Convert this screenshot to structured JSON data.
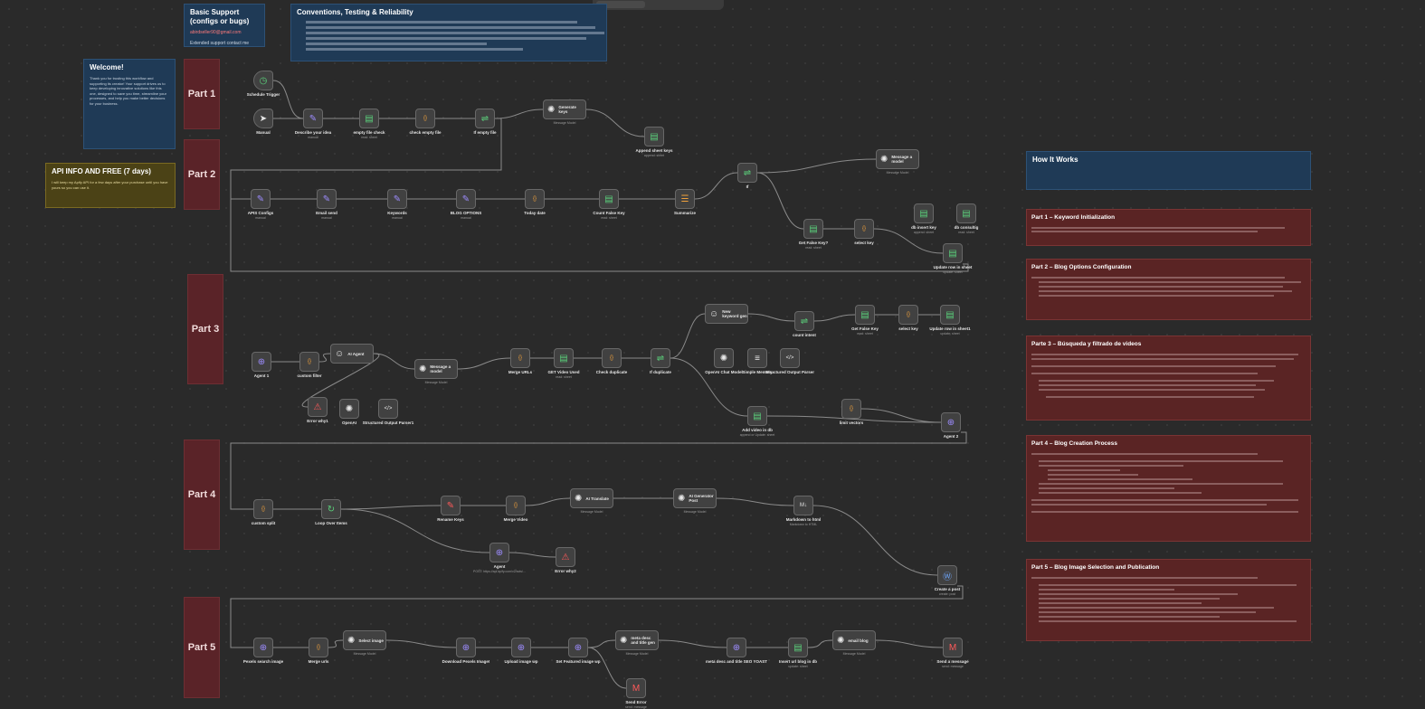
{
  "notes": {
    "support": {
      "title": "Basic Support (configs or bugs)",
      "email": "abirdseller90@gmail.com",
      "extended": "Extended support contact me"
    },
    "conventions": {
      "title": "Conventions, Testing & Reliability"
    },
    "welcome": {
      "title": "Welcome!",
      "body": "Thank you for trusting this workflow and supporting its creator! Your support drives us to keep developing innovative solutions like this one, designed to save you time, streamline your processes, and help you make better decisions for your business."
    },
    "api": {
      "title": "API INFO AND FREE (7 days)",
      "body": "I will keep my Apify API for a few days after your purchase until you have yours so you can use it."
    },
    "how": {
      "title": "How It Works"
    }
  },
  "parts": [
    "Part 1",
    "Part 2",
    "Part 3",
    "Part 4",
    "Part 5"
  ],
  "how_sections": [
    {
      "title": "Part 1 – Keyword Initialization"
    },
    {
      "title": "Part 2 – Blog Options Configuration"
    },
    {
      "title": "Parte 3 – Búsqueda y filtrado de videos"
    },
    {
      "title": "Part 4 – Blog Creation Process"
    },
    {
      "title": "Part 5 – Blog Image Selection and Publication"
    }
  ],
  "nodes": {
    "schedule": {
      "label": "Schedule Trigger",
      "icon": "clock-icon"
    },
    "manual": {
      "label": "Manual",
      "icon": "cursor-icon"
    },
    "describe": {
      "label": "Describe your idea",
      "sub": "manual",
      "icon": "pencil-icon"
    },
    "emptycheck": {
      "label": "empty file check",
      "sub": "read: sheet",
      "icon": "sheet-icon"
    },
    "checkempty": {
      "label": "check empty file",
      "icon": "braces-icon"
    },
    "ifempty": {
      "label": "If empty file",
      "icon": "if-icon"
    },
    "genkeys": {
      "label": "Generate keys",
      "sub": "Message Model",
      "icon": "openai-icon"
    },
    "append": {
      "label": "Append sheet keys",
      "sub": "append: sheet",
      "icon": "sheet-icon"
    },
    "apis": {
      "label": "APIS Configs",
      "sub": "manual",
      "icon": "pencil-icon"
    },
    "emailsend": {
      "label": "Email send",
      "sub": "manual",
      "icon": "pencil-icon"
    },
    "keywords": {
      "label": "Keywords",
      "sub": "manual",
      "icon": "pencil-icon"
    },
    "blogopt": {
      "label": "BLOG OPTIONS",
      "sub": "manual",
      "icon": "pencil-icon"
    },
    "today": {
      "label": "Today date",
      "icon": "braces-icon"
    },
    "countfalse": {
      "label": "Count False Key",
      "sub": "read: sheet",
      "icon": "sheet-icon"
    },
    "summarize": {
      "label": "Summarize",
      "icon": "summarize-icon"
    },
    "if2": {
      "label": "If",
      "icon": "if-icon"
    },
    "msgmodel": {
      "label": "Message a model",
      "sub": "Message Model",
      "icon": "openai-icon"
    },
    "getfalse": {
      "label": "Get False Key?",
      "sub": "read: sheet",
      "icon": "sheet-icon"
    },
    "selectkey": {
      "label": "select key",
      "icon": "braces-icon"
    },
    "dbinsert": {
      "label": "db insert key",
      "sub": "append: sheet",
      "icon": "sheet-icon"
    },
    "dbconsult": {
      "label": "db consultig",
      "sub": "read: sheet",
      "icon": "sheet-icon"
    },
    "updaterow": {
      "label": "Update row in sheet",
      "sub": "update: sheet",
      "icon": "sheet-icon"
    },
    "agent1": {
      "label": "Agent 1",
      "icon": "globe-icon"
    },
    "customfilter": {
      "label": "custom filter",
      "icon": "braces-icon"
    },
    "aiagent": {
      "label": "AI Agent",
      "icon": "robot-icon"
    },
    "errwhy1": {
      "label": "Error why1",
      "icon": "warning-icon"
    },
    "openai": {
      "label": "OpenAI",
      "icon": "openai-icon"
    },
    "sop1": {
      "label": "Structured Output Parser1",
      "icon": "code-icon"
    },
    "msgmodel2": {
      "label": "Message a model",
      "sub": "Message Model",
      "icon": "openai-icon"
    },
    "mergeurls": {
      "label": "Merge URLs",
      "icon": "braces-icon"
    },
    "getvideo": {
      "label": "GET Video Used",
      "sub": "read: sheet",
      "icon": "sheet-icon"
    },
    "checkdup": {
      "label": "Check duplicate",
      "icon": "braces-icon"
    },
    "ifdup": {
      "label": "If duplicate",
      "icon": "if-icon"
    },
    "newkw": {
      "label": "New keyword gen",
      "icon": "robot-icon"
    },
    "openaichat": {
      "label": "OpenAI Chat Model",
      "icon": "openai-icon"
    },
    "simplemem": {
      "label": "Simple Memory",
      "icon": "memory-icon"
    },
    "sop": {
      "label": "Structured Output Parser",
      "icon": "code-icon"
    },
    "countintent": {
      "label": "count intent",
      "icon": "if-icon"
    },
    "getfalsekey": {
      "label": "Get False Key",
      "sub": "read: sheet",
      "icon": "sheet-icon"
    },
    "selectkey2": {
      "label": "select key",
      "icon": "braces-icon"
    },
    "updaterow2": {
      "label": "Update row in sheet1",
      "sub": "update: sheet",
      "icon": "sheet-icon"
    },
    "addvideo": {
      "label": "Add video in db",
      "sub": "append or Update: sheet",
      "icon": "sheet-icon"
    },
    "limitvectors": {
      "label": "limit vectors",
      "icon": "braces-icon"
    },
    "agent2": {
      "label": "Agent 2",
      "icon": "globe-icon"
    },
    "customsplit": {
      "label": "custom split",
      "icon": "braces-icon"
    },
    "loop": {
      "label": "Loop Over Items",
      "icon": "loop-icon"
    },
    "rename": {
      "label": "Rename Keys",
      "icon": "rename-icon"
    },
    "mergevideo": {
      "label": "Merge Video",
      "icon": "braces-icon"
    },
    "translate": {
      "label": "AI Translate",
      "sub": "Message Model",
      "icon": "openai-icon"
    },
    "aigenpost": {
      "label": "AI Generator Post",
      "sub": "Message Model",
      "icon": "openai-icon"
    },
    "md2html": {
      "label": "Markdown to html",
      "sub": "Markdown to HTML",
      "icon": "md-icon"
    },
    "agent": {
      "label": "Agent",
      "sub": "POST: https://api.apify.com/v2/acts/...",
      "icon": "globe-icon"
    },
    "errwhy2": {
      "label": "Error why2",
      "icon": "warning-icon"
    },
    "createpost": {
      "label": "Create a post",
      "sub": "create: post",
      "icon": "wordpress-icon"
    },
    "pexels": {
      "label": "Pexels search image",
      "icon": "globe-icon"
    },
    "mergeurls2": {
      "label": "Merge urls",
      "icon": "braces-icon"
    },
    "selectimg": {
      "label": "Select image",
      "sub": "Message Model",
      "icon": "openai-icon"
    },
    "download": {
      "label": "Download Pexels Image!",
      "icon": "globe-icon"
    },
    "upload": {
      "label": "Upload image wp",
      "icon": "globe-icon"
    },
    "setfeat": {
      "label": "Set Featured image wp",
      "icon": "globe-icon"
    },
    "metadesc": {
      "label": "meta desc and title gen",
      "sub": "Message Model",
      "icon": "openai-icon"
    },
    "metaseo": {
      "label": "meta desc and title SEO YOAST",
      "icon": "globe-icon"
    },
    "insertblog": {
      "label": "Insert url blog in db",
      "sub": "update: sheet",
      "icon": "sheet-icon"
    },
    "emailblog": {
      "label": "email blog",
      "sub": "Message Model",
      "icon": "openai-icon"
    },
    "sendmsg": {
      "label": "Send a message",
      "sub": "send: message",
      "icon": "gmail-icon"
    },
    "senderr": {
      "label": "Send Error",
      "sub": "send: message",
      "icon": "gmail-icon"
    }
  },
  "colors": {
    "canvas": "#2a2a2a",
    "part": "#5a2328",
    "note_blue": "#1f3a56",
    "note_yellow": "#4b4216",
    "wire": "#8a8a8a"
  }
}
